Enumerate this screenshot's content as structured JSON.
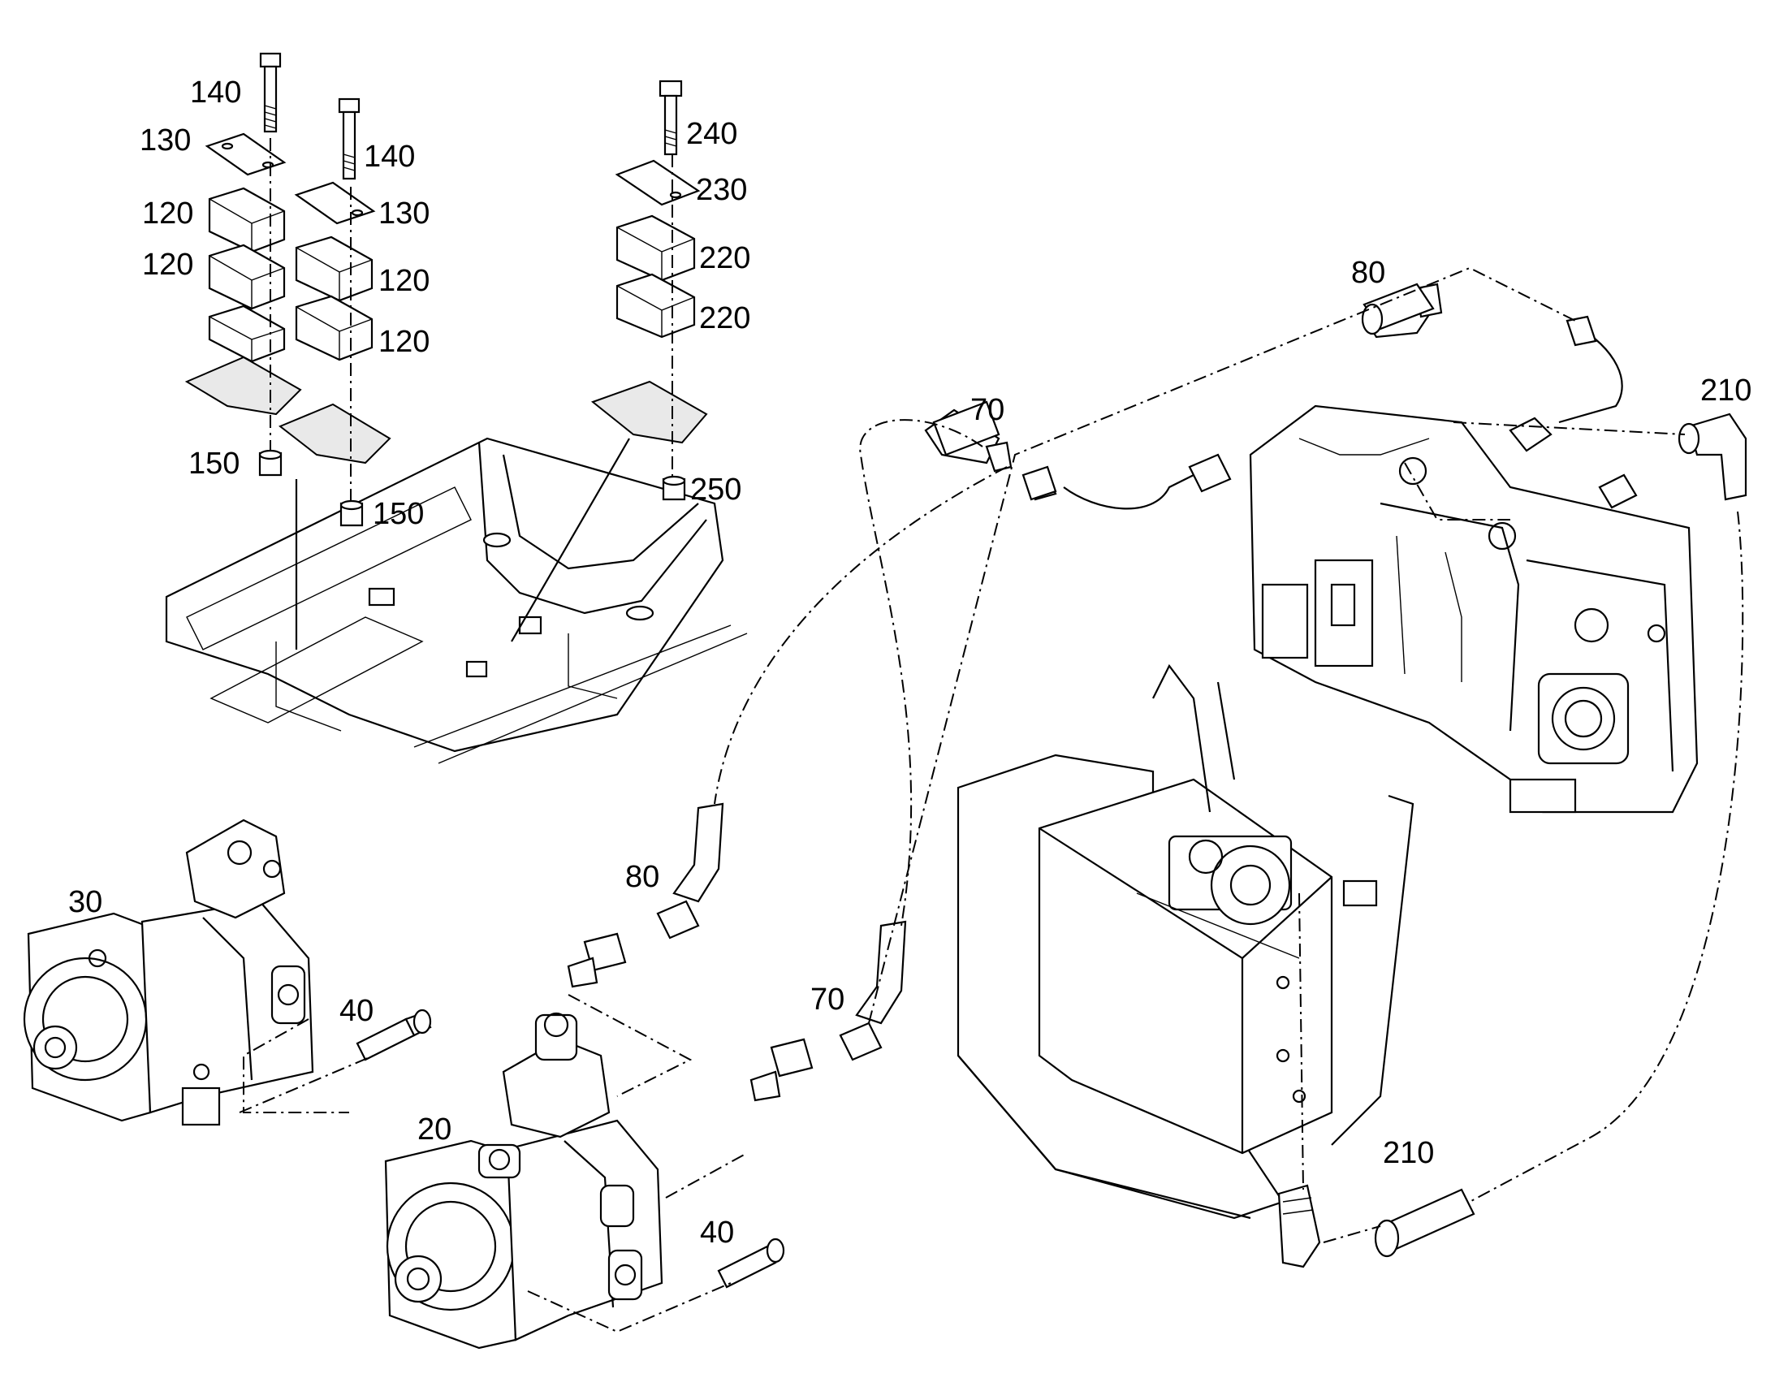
{
  "labels": {
    "p140a": "140",
    "p140b": "140",
    "p130a": "130",
    "p130b": "130",
    "p120a": "120",
    "p120b": "120",
    "p120c": "120",
    "p120d": "120",
    "p150a": "150",
    "p150b": "150",
    "p240": "240",
    "p230": "230",
    "p220a": "220",
    "p220b": "220",
    "p250": "250",
    "p80a": "80",
    "p80b": "80",
    "p70a": "70",
    "p70b": "70",
    "p210a": "210",
    "p210b": "210",
    "p30": "30",
    "p20": "20",
    "p40a": "40",
    "p40b": "40"
  }
}
